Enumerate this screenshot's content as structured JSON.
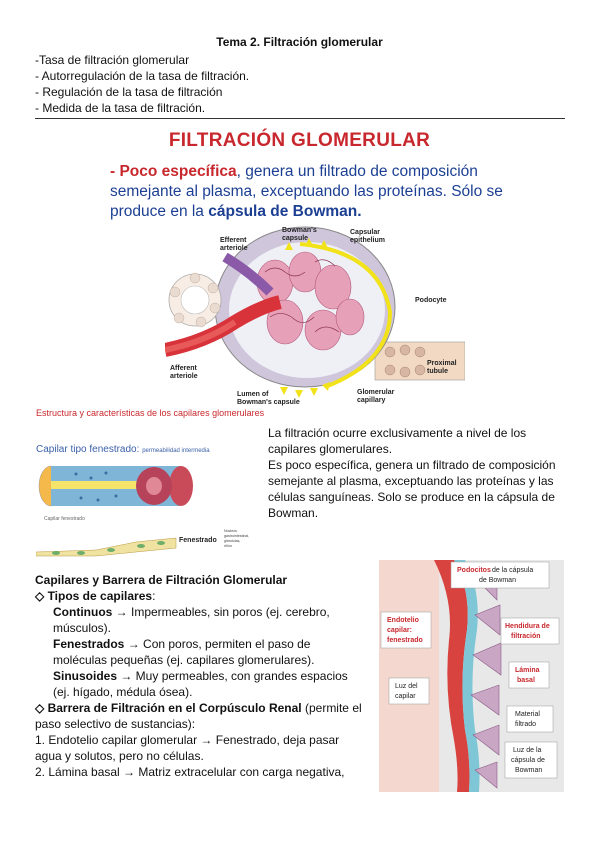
{
  "header": {
    "title": "Tema 2. Filtración glomerular",
    "toc": [
      "-Tasa de filtración glomerular",
      "- Autorregulación de la tasa de filtración.",
      "- Regulación de la tasa de filtración",
      "- Medida de la tasa de filtración."
    ]
  },
  "slide": {
    "title": "FILTRACIÓN GLOMERULAR",
    "lead": "- Poco específica",
    "text1": ", genera un filtrado de composición semejante al plasma, exceptuando las proteínas. Sólo se produce en la ",
    "capsule": "cápsula de Bowman.",
    "figure_labels": {
      "efferent": "Efferent",
      "efferent2": "arteriole",
      "bowman": "Bowman's",
      "bowman2": "capsule",
      "capsular": "Capsular",
      "capsular2": "epithelium",
      "podocyte": "Podocyte",
      "afferent": "Afferent",
      "afferent2": "arteriole",
      "proximal": "Proximal",
      "proximal2": "tubule",
      "lumen": "Lumen of",
      "lumen2": "Bowman's capsule",
      "glomerular": "Glomerular",
      "glomerular2": "capillary"
    }
  },
  "capillary_slide": {
    "title": "Estructura y características de los capilares glomerulares",
    "fen_label": "Capilar tipo fenestrado:",
    "fen_note": "permeabilidad intermedia",
    "fig_caption": "Capilar fenestrado",
    "fenestrado": "Fenestrado",
    "side_note_1": "Núcleos",
    "side_note_2": "gastrointestinal,",
    "side_note_3": "glándulas,",
    "side_note_4": "riñón"
  },
  "paragraph": {
    "line1": "La filtración ocurre exclusivamente a nivel de los capilares glomerulares.",
    "line2": "Es poco específica, genera un filtrado de composición semejante al plasma, exceptuando las proteínas y las células sanguíneas. Solo se produce en la cápsula de Bowman."
  },
  "section": {
    "heading": "Capilares y Barrera de Filtración Glomerular",
    "types_heading": "◇ Tipos de capilares",
    "types_colon": ":",
    "continuos_term": "Continuos",
    "continuos_desc": " → Impermeables, sin poros (ej. cerebro, músculos).",
    "fenestrados_term": "Fenestrados",
    "fenestrados_desc": " → Con poros, permiten el paso de moléculas pequeñas (ej. capilares glomerulares).",
    "sinusoides_term": "Sinusoides",
    "sinusoides_desc": " → Muy permeables, con grandes espacios (ej. hígado, médula ósea).",
    "barrier_heading": "◇ Barrera de Filtración en el Corpúsculo Renal",
    "barrier_desc": " (permite el paso selectivo de sustancias):",
    "item1": "1. Endotelio capilar glomerular → Fenestrado, deja pasar agua y solutos, pero no células.",
    "item2": "2. Lámina basal → Matriz extracelular con carga negativa,"
  },
  "barrier_figure": {
    "podocitos_bold": "Podocitos",
    "podocitos_rest": " de la cápsula",
    "podocitos_rest2": "de Bowman",
    "endotelio1": "Endotelio",
    "endotelio2": "capilar:",
    "endotelio3": "fenestrado",
    "hendidura1": "Hendidura de",
    "hendidura2": "filtración",
    "lamina1": "Lámina",
    "lamina2": "basal",
    "luz1": "Luz del",
    "luz2": "capilar",
    "material1": "Material",
    "material2": "filtrado",
    "luzcap1": "Luz de la",
    "luzcap2": "cápsula de",
    "luzcap3": "Bowman"
  },
  "colors": {
    "red": "#c8282d",
    "blue": "#1c3f93"
  }
}
